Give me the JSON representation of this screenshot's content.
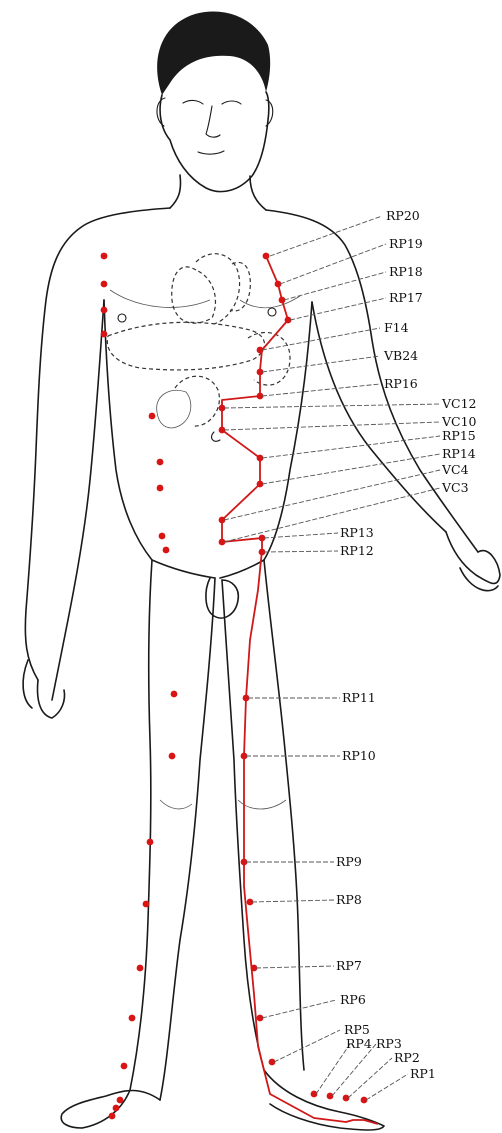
{
  "diagram": {
    "colors": {
      "meridian": "#d01818",
      "point": "#d81414",
      "outline": "#1a1a1a"
    },
    "labels": [
      "RP20",
      "RP19",
      "RP18",
      "RP17",
      "F14",
      "VB24",
      "RP16",
      "VC12",
      "VC10",
      "RP15",
      "RP14",
      "VC4",
      "VC3",
      "RP13",
      "RP12",
      "RP11",
      "RP10",
      "RP9",
      "RP8",
      "RP7",
      "RP6",
      "RP5",
      "RP4",
      "RP3",
      "RP2",
      "RP1"
    ]
  }
}
